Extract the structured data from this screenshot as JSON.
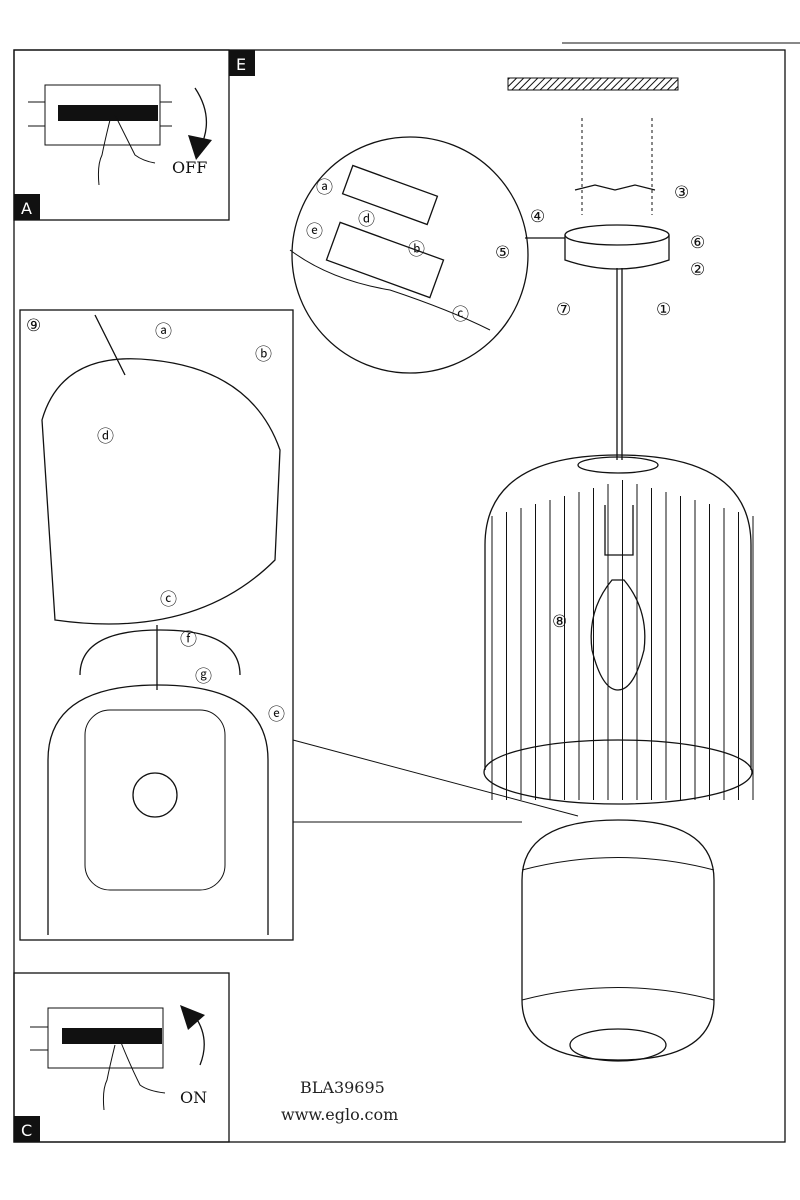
{
  "model_code": "BLA39695",
  "website": "www.eglo.com",
  "panels": {
    "top_left": {
      "corner_badge": "E",
      "badge": "A",
      "switch_label": "OFF"
    },
    "bottom_left": {
      "badge": "C",
      "switch_label": "ON"
    },
    "detail": {
      "step": "⑨",
      "letters": [
        "ⓐ",
        "ⓑ",
        "ⓒ",
        "ⓓ",
        "ⓔ",
        "ⓕ",
        "ⓖ"
      ]
    },
    "wiring": {
      "step": "⑤",
      "letters": [
        "ⓐ",
        "ⓑ",
        "ⓒ",
        "ⓓ",
        "ⓔ"
      ]
    }
  },
  "steps": [
    "①",
    "②",
    "③",
    "④",
    "⑥",
    "⑦",
    "⑧"
  ]
}
